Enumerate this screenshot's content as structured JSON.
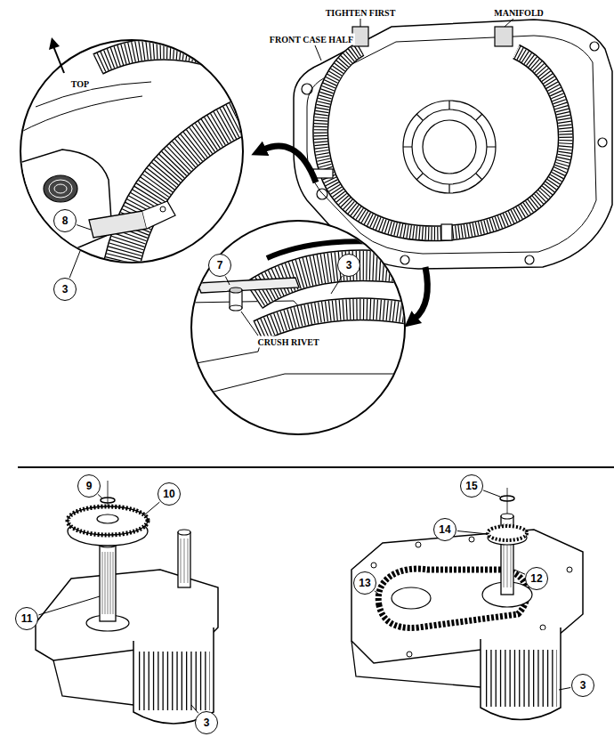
{
  "diagram": {
    "nodes": [
      {
        "text": [
          "8"
        ]
      },
      {
        "text": [
          "3"
        ]
      },
      {
        "text": [
          "3"
        ]
      },
      {
        "text": [
          "7"
        ]
      },
      {
        "text": [
          "9"
        ]
      },
      {
        "text": [
          "10"
        ]
      },
      {
        "text": [
          "11"
        ]
      },
      {
        "text": [
          "3"
        ]
      },
      {
        "text": [
          "15"
        ]
      },
      {
        "text": [
          "14"
        ]
      },
      {
        "text": [
          "13"
        ]
      },
      {
        "text": [
          "12"
        ]
      },
      {
        "text": [
          "3"
        ]
      }
    ],
    "labels": [
      "TIGHTEN FIRST",
      "MANIFOLD",
      "FRONT CASE HALF",
      "TOP",
      "CRUSH RIVET"
    ]
  }
}
